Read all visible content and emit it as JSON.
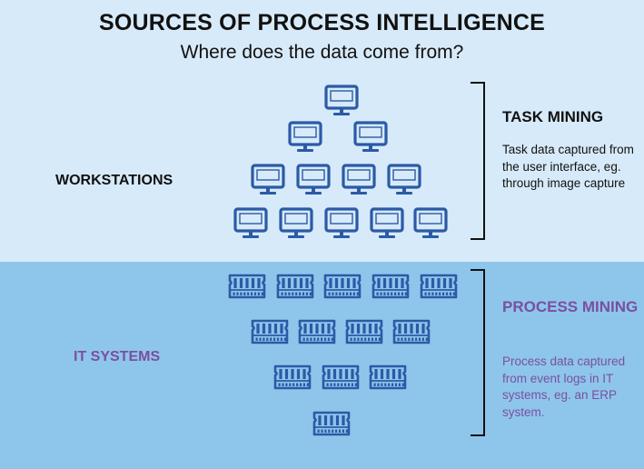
{
  "header": {
    "title": "SOURCES OF PROCESS INTELLIGENCE",
    "subtitle": "Where does the data come from?"
  },
  "workstations": {
    "label": "WORKSTATIONS",
    "icon": "monitor-icon"
  },
  "it_systems": {
    "label": "IT SYSTEMS",
    "icon": "server-icon"
  },
  "task_mining": {
    "title": "TASK MINING",
    "description": "Task data captured from the user interface, eg. through image capture"
  },
  "process_mining": {
    "title": "PROCESS MINING",
    "description": "Process data captured from event logs in IT systems, eg. an ERP system."
  },
  "colors": {
    "top_band": "#d7eaf9",
    "bottom_band": "#8ec6eb",
    "icon_blue": "#2b5aa6",
    "purple": "#7b4fa0",
    "text": "#111111"
  }
}
